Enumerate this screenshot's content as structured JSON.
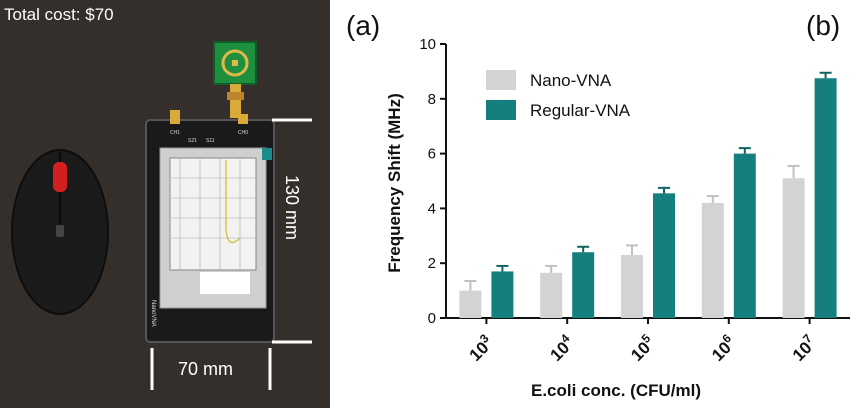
{
  "photo": {
    "cost_label": "Total cost: $70",
    "height_label": "130 mm",
    "width_label": "70 mm",
    "device_brand": "NanoVNA",
    "port_labels": [
      "CH1",
      "S21",
      "S11",
      "CH0"
    ]
  },
  "panel_labels": {
    "left": "(a)",
    "right": "(b)"
  },
  "colors": {
    "nano": "#d3d3d3",
    "regular": "#157e7e",
    "error": "#444444"
  },
  "chart_data": {
    "type": "bar",
    "categories": [
      {
        "base": "10",
        "exp": "3"
      },
      {
        "base": "10",
        "exp": "4"
      },
      {
        "base": "10",
        "exp": "5"
      },
      {
        "base": "10",
        "exp": "6"
      },
      {
        "base": "10",
        "exp": "7"
      }
    ],
    "series": [
      {
        "name": "Nano-VNA",
        "values": [
          1.0,
          1.65,
          2.3,
          4.2,
          5.1
        ],
        "errors": [
          0.35,
          0.25,
          0.35,
          0.25,
          0.45
        ]
      },
      {
        "name": "Regular-VNA",
        "values": [
          1.7,
          2.4,
          4.55,
          6.0,
          8.75
        ],
        "errors": [
          0.2,
          0.2,
          0.2,
          0.2,
          0.2
        ]
      }
    ],
    "xlabel": "E.coli conc. (CFU/ml)",
    "ylabel": "Frequency Shift (MHz)",
    "ylim": [
      0,
      10
    ],
    "yticks": [
      "0",
      "2",
      "4",
      "6",
      "8",
      "10"
    ],
    "legend_position": "top-left",
    "grid": false
  }
}
